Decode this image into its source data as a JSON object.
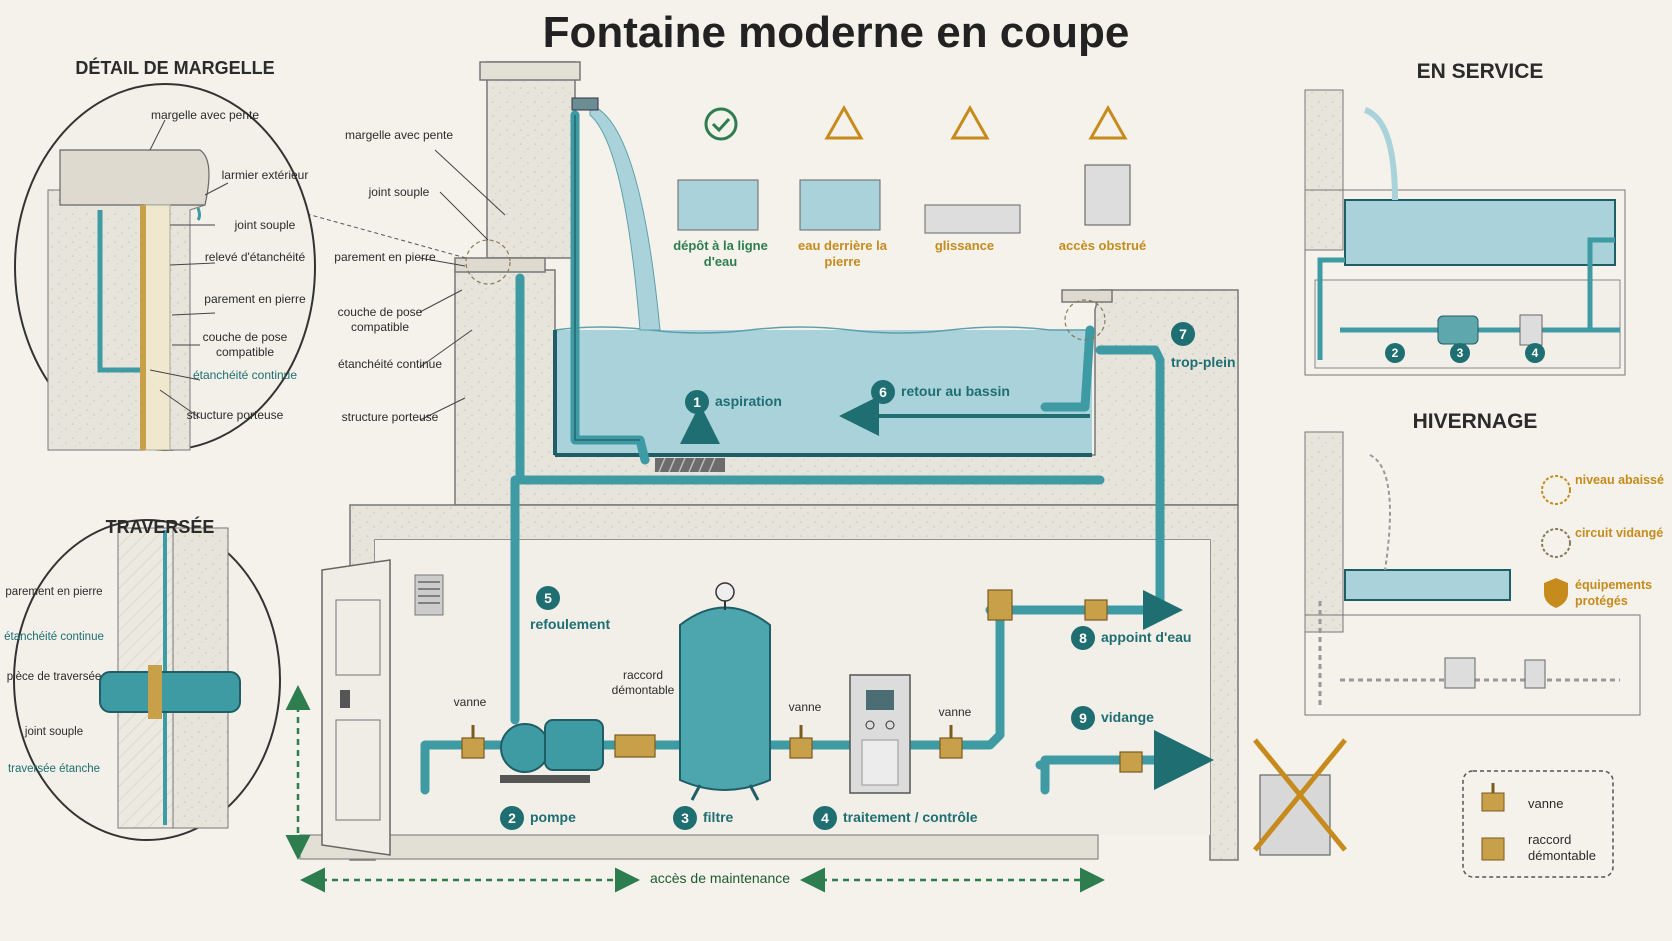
{
  "title": "Fontaine moderne en coupe",
  "detail_margelle": {
    "heading": "DÉTAIL DE MARGELLE",
    "labels": [
      "margelle avec pente",
      "larmier extérieur",
      "joint souple",
      "relevé d'étanchéité",
      "parement en pierre",
      "couche de pose compatible",
      "étanchéité continue",
      "structure porteuse"
    ]
  },
  "main_labels": [
    "margelle avec pente",
    "joint souple",
    "parement en pierre",
    "couche de pose compatible",
    "étanchéité continue",
    "structure porteuse"
  ],
  "traversee": {
    "heading": "TRAVERSÉE",
    "labels": [
      "parement en pierre",
      "étanchéité continue",
      "pièce de traversée",
      "joint souple",
      "traversée étanche"
    ]
  },
  "warnings": [
    {
      "label": "dépôt à la ligne d'eau",
      "status": "ok"
    },
    {
      "label": "eau derrière la pierre",
      "status": "warn"
    },
    {
      "label": "glissance",
      "status": "warn"
    },
    {
      "label": "accès obstrué",
      "status": "warn"
    }
  ],
  "components": [
    {
      "num": "1",
      "label": "aspiration"
    },
    {
      "num": "2",
      "label": "pompe"
    },
    {
      "num": "3",
      "label": "filtre"
    },
    {
      "num": "4",
      "label": "traitement / contrôle"
    },
    {
      "num": "5",
      "label": "refoulement"
    },
    {
      "num": "6",
      "label": "retour au bassin"
    },
    {
      "num": "7",
      "label": "trop-plein"
    },
    {
      "num": "8",
      "label": "appoint d'eau"
    },
    {
      "num": "9",
      "label": "vidange"
    }
  ],
  "valve_labels": [
    "vanne",
    "vanne",
    "vanne"
  ],
  "raccord_label": "raccord démontable",
  "access_label": "accès de maintenance",
  "en_service": {
    "heading": "EN SERVICE",
    "nums": [
      "2",
      "3",
      "4"
    ]
  },
  "hivernage": {
    "heading": "HIVERNAGE",
    "legend": [
      "niveau abaissé",
      "circuit vidangé",
      "équipements protégés"
    ]
  },
  "legend": {
    "vanne": "vanne",
    "raccord": "raccord démontable"
  },
  "colors": {
    "water": "#a9d2db",
    "pipe": "#3f9ba3",
    "pipe_dark": "#1f5e66",
    "brass": "#c9a04a",
    "concrete": "#e6e3da",
    "green": "#2e7d4e",
    "warn": "#c68b1c",
    "accent_teal": "#1e6e72"
  }
}
